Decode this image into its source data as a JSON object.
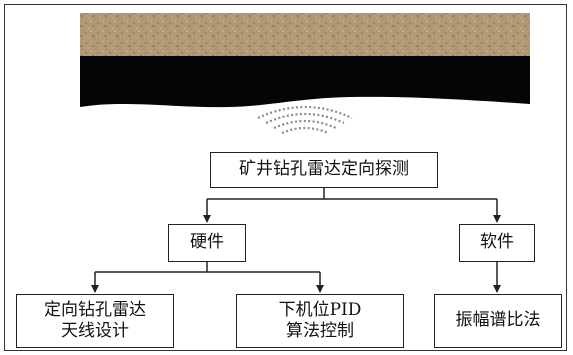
{
  "nodes": {
    "root": "矿井钻孔雷达定向探测",
    "hardware": "硬件",
    "software": "软件",
    "antenna": "定向钻孔雷达\n天线设计",
    "pid": "下机位PID\n算法控制",
    "spectrum": "振幅谱比法"
  },
  "colors": {
    "rock_brown": "#b09672",
    "coal_black": "#050505",
    "wave_gray": "#8a8a8a",
    "line": "#222222"
  },
  "icons": {
    "strata": "rock-coal-strata-icon",
    "wave": "radar-wave-icon"
  }
}
